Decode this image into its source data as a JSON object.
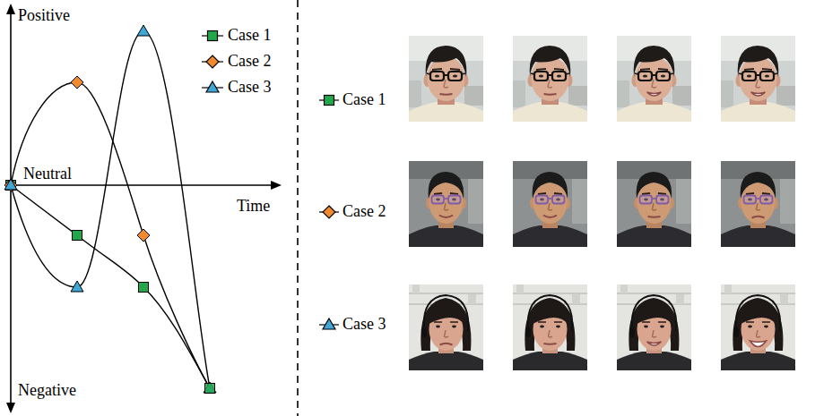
{
  "diagram": {
    "labels": [
      "Positive",
      "Neutral",
      "Time",
      "Negative",
      "Case 1",
      "Case 2",
      "Case 3"
    ],
    "legend": [
      {
        "text": "Case 1"
      },
      {
        "text": "Case 2"
      },
      {
        "text": "Case 3"
      }
    ]
  }
}
